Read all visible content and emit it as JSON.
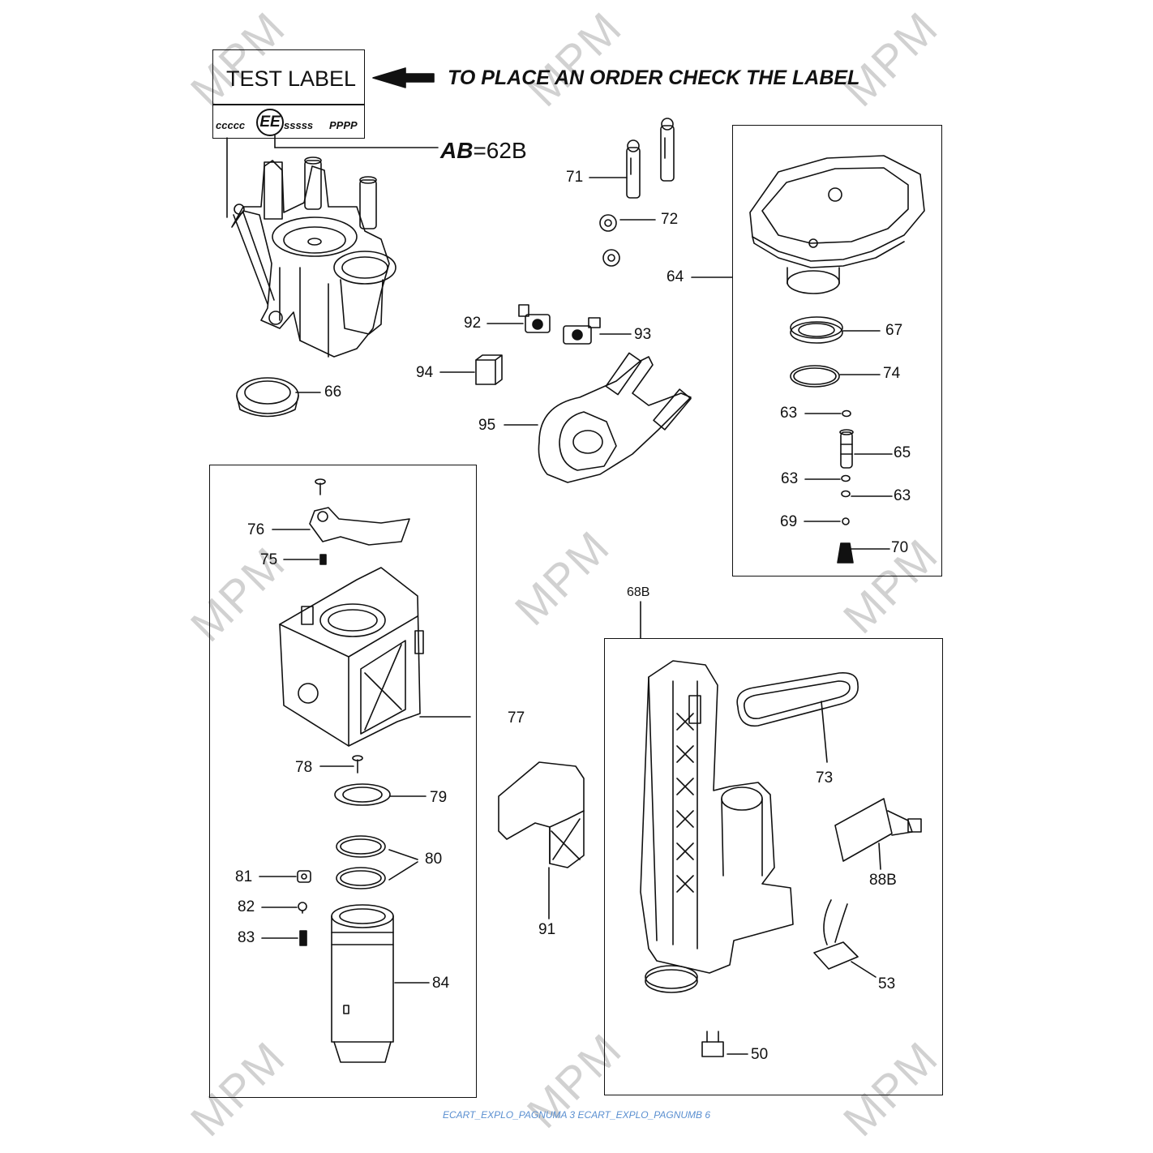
{
  "header": {
    "test_label": "TEST LABEL",
    "code_left": "ccccc",
    "code_circle": "EE",
    "code_mid": "sssss",
    "code_right": "PPPP",
    "instruction": "TO PLACE AN ORDER CHECK THE LABEL",
    "ab_key": "AB",
    "ab_value": "=62B"
  },
  "watermark": "MPM",
  "footer": "ECART_EXPLO_PAGNUMA 3 ECART_EXPLO_PAGNUMB 6",
  "callouts": {
    "c71": "71",
    "c72": "72",
    "c64": "64",
    "c67": "67",
    "c74": "74",
    "c63a": "63",
    "c65": "65",
    "c63b": "63",
    "c63c": "63",
    "c69": "69",
    "c70": "70",
    "c92": "92",
    "c93": "93",
    "c94": "94",
    "c95": "95",
    "c66": "66",
    "c76": "76",
    "c75": "75",
    "c77": "77",
    "c78": "78",
    "c79": "79",
    "c80": "80",
    "c81": "81",
    "c82": "82",
    "c83": "83",
    "c84": "84",
    "c68b": "68B",
    "c73": "73",
    "c88b": "88B",
    "c91": "91",
    "c53": "53",
    "c50": "50"
  }
}
